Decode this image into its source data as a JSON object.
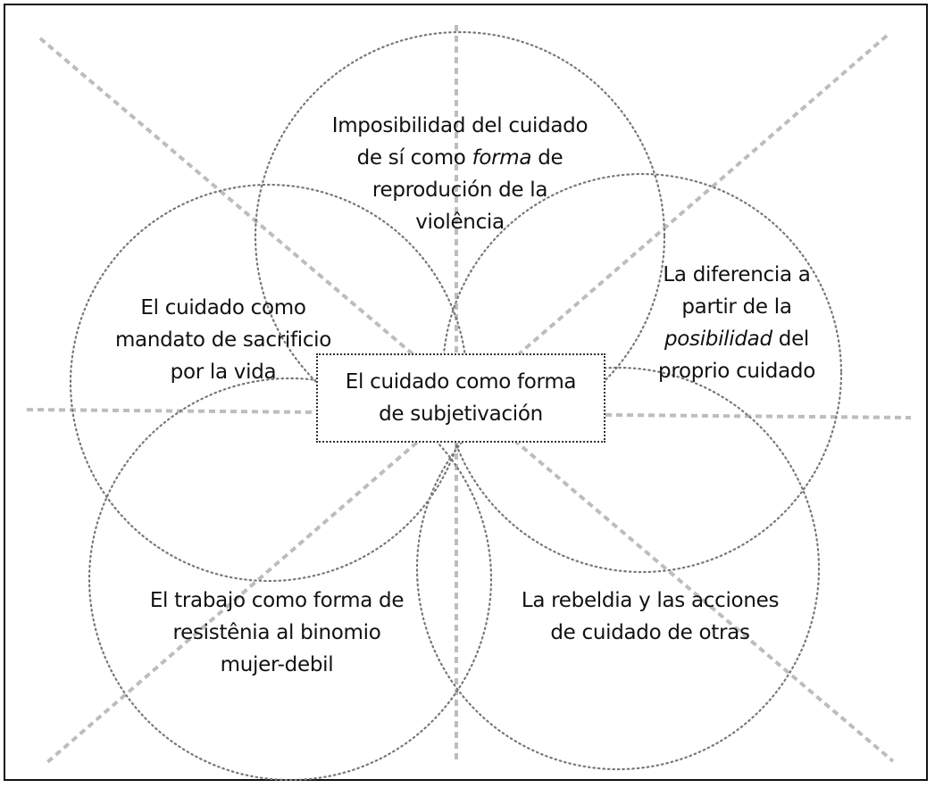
{
  "center": {
    "lines": [
      "El cuidado como forma",
      "de subjetivación"
    ]
  },
  "top": {
    "lines": [
      [
        "Imposibilidad del cuidado"
      ],
      [
        "de sí como ",
        {
          "i": "forma"
        },
        " de"
      ],
      [
        "reprodución de la"
      ],
      [
        "violência"
      ]
    ]
  },
  "left": {
    "lines": [
      "El cuidado como",
      "mandato de sacrificio",
      "por la vida"
    ]
  },
  "right": {
    "lines": [
      [
        "La diferencia a"
      ],
      [
        "partir de la"
      ],
      [
        {
          "i": "posibilidad"
        },
        " del"
      ],
      [
        "proprio cuidado"
      ]
    ]
  },
  "bottom_left": {
    "lines": [
      "El trabajo como forma de",
      "resistênia al binomio",
      "mujer-debil"
    ]
  },
  "bottom_right": {
    "lines": [
      "La rebeldia y las acciones",
      "de cuidado de otras"
    ]
  },
  "colors": {
    "circle_stroke": "#777777",
    "axis_stroke": "#bdbdbd",
    "text": "#111111",
    "frame": "#111111"
  }
}
